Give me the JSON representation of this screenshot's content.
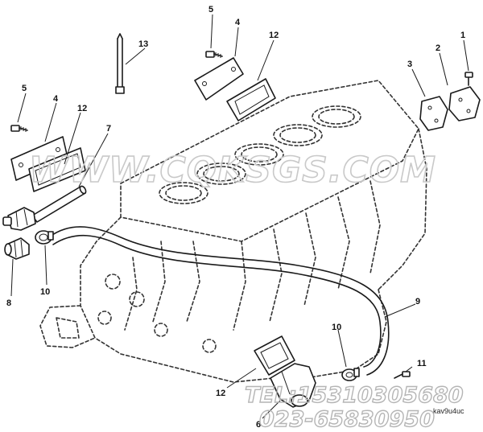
{
  "callouts": {
    "c1": "1",
    "c2": "2",
    "c3": "3",
    "c4a": "4",
    "c4b": "4",
    "c5a": "5",
    "c5b": "5",
    "c6": "6",
    "c7": "7",
    "c8": "8",
    "c9": "9",
    "c10a": "10",
    "c10b": "10",
    "c11": "11",
    "c12a": "12",
    "c12b": "12",
    "c12c": "12",
    "c13": "13"
  },
  "watermark": {
    "site": "WWW.CQKSGS.COM",
    "tel": "TEL:15310305680",
    "phone": "023-65830950"
  },
  "drawing_ref": "kav9u4uc"
}
